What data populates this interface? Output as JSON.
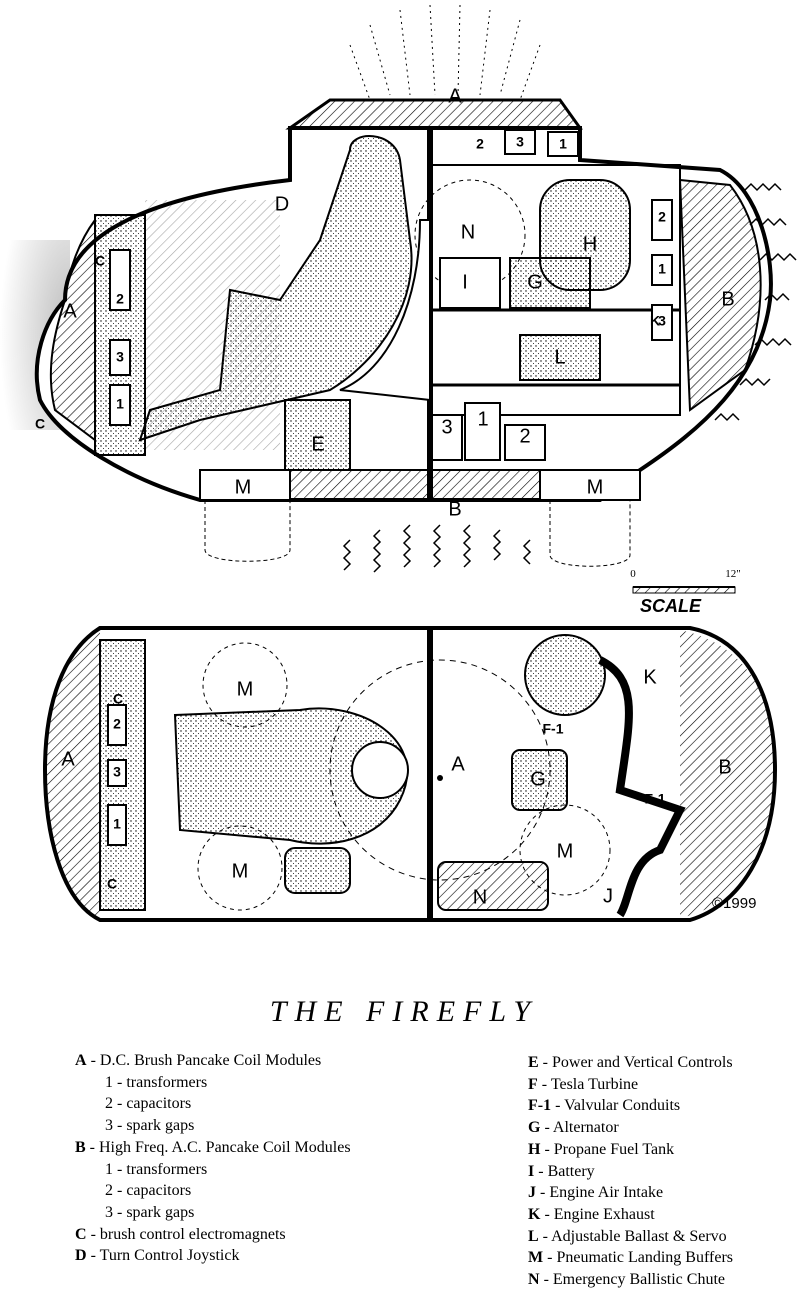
{
  "title": "THE FIREFLY",
  "copyright": "©1999",
  "scale": {
    "label": "SCALE",
    "start": "0",
    "end": "12\""
  },
  "side_view": {
    "labels": {
      "A_top": "A",
      "A_left": "A",
      "B_right": "B",
      "B_bottom": "B",
      "M_left": "M",
      "M_right": "M",
      "E": "E",
      "N": "N",
      "H": "H",
      "I": "I",
      "G": "G",
      "L": "L",
      "K": "K",
      "D": "D",
      "C_top": "C",
      "C_bottom": "C"
    },
    "numbers": {
      "top_2": "2",
      "top_3": "3",
      "top_1": "1",
      "right_2": "2",
      "right_1": "1",
      "right_3": "3",
      "bottom_3": "3",
      "bottom_1": "1",
      "bottom_2": "2",
      "left_2": "2",
      "left_3": "3",
      "left_1": "1"
    }
  },
  "top_view": {
    "labels": {
      "A_center": "A",
      "A_left": "A",
      "B_right": "B",
      "M_top": "M",
      "M_bottom": "M",
      "M_right": "M",
      "G": "G",
      "N": "N",
      "K": "K",
      "J": "J",
      "F1_upper": "F-1",
      "F1_lower": "F-1",
      "C_top": "C",
      "C_bottom": "C"
    },
    "numbers": {
      "left_2": "2",
      "left_3": "3",
      "left_1": "1"
    }
  },
  "legend": {
    "left": [
      {
        "key": "A",
        "text": " - D.C. Brush Pancake Coil Modules"
      },
      {
        "sub": "1 - transformers"
      },
      {
        "sub": "2 - capacitors"
      },
      {
        "sub": "3 - spark gaps"
      },
      {
        "key": "B",
        "text": " - High Freq. A.C. Pancake Coil Modules"
      },
      {
        "sub": "1 - transformers"
      },
      {
        "sub": "2 - capacitors"
      },
      {
        "sub": "3 - spark gaps"
      },
      {
        "key": "C",
        "text": " - brush control electromagnets"
      },
      {
        "key": "D",
        "text": " - Turn Control Joystick"
      }
    ],
    "right": [
      {
        "key": "E",
        "text": " - Power and Vertical Controls"
      },
      {
        "key": "F",
        "text": " - Tesla Turbine"
      },
      {
        "key": "F-1",
        "text": " - Valvular Conduits"
      },
      {
        "key": "G",
        "text": " - Alternator"
      },
      {
        "key": "H",
        "text": " - Propane Fuel Tank"
      },
      {
        "key": "I",
        "text": " - Battery"
      },
      {
        "key": "J",
        "text": " - Engine Air Intake"
      },
      {
        "key": "K",
        "text": " - Engine Exhaust"
      },
      {
        "key": "L",
        "text": " - Adjustable Ballast & Servo"
      },
      {
        "key": "M",
        "text": " - Pneumatic Landing Buffers"
      },
      {
        "key": "N",
        "text": " - Emergency Ballistic Chute"
      }
    ]
  }
}
